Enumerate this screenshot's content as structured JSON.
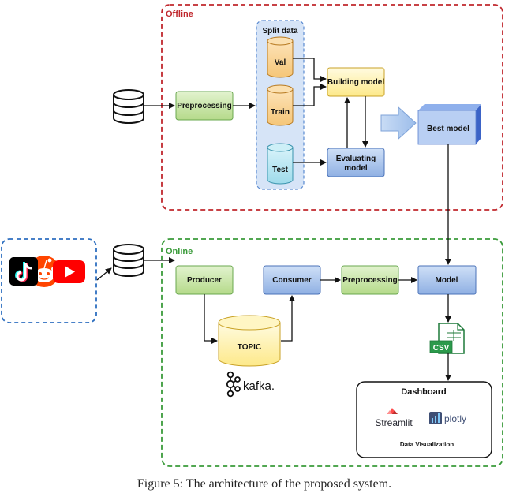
{
  "offline": {
    "title": "Offline",
    "split_title": "Split data",
    "val": "Val",
    "train": "Train",
    "test": "Test",
    "preprocessing": "Preprocessing",
    "building_model": "Building model",
    "evaluating_model_line1": "Evaluating",
    "evaluating_model_line2": "model",
    "best_model": "Best model"
  },
  "online": {
    "title": "Online",
    "producer": "Producer",
    "consumer": "Consumer",
    "preprocessing": "Preprocessing",
    "model": "Model",
    "topic": "TOPIC",
    "kafka_logo": "kafka.",
    "csv_icon": "CSV"
  },
  "dashboard": {
    "title": "Dashboard",
    "streamlit": "Streamlit",
    "plotly": "plotly",
    "subtitle": "Data Visualization"
  },
  "sources": {
    "icons": [
      "reddit-icon",
      "tiktok-icon",
      "youtube-icon"
    ]
  },
  "caption": "Figure 5: The architecture of the proposed system.",
  "colors": {
    "offline_border": "#c0272d",
    "online_border": "#3a9b3a",
    "sources_border": "#2e6fc0",
    "green_box": "#c9e7a8",
    "blue_box": "#a9c4ec",
    "yellow_box": "#fff2a8",
    "orange_cyl": "#f9d49a",
    "cyan_cyl": "#b3e5f0"
  }
}
